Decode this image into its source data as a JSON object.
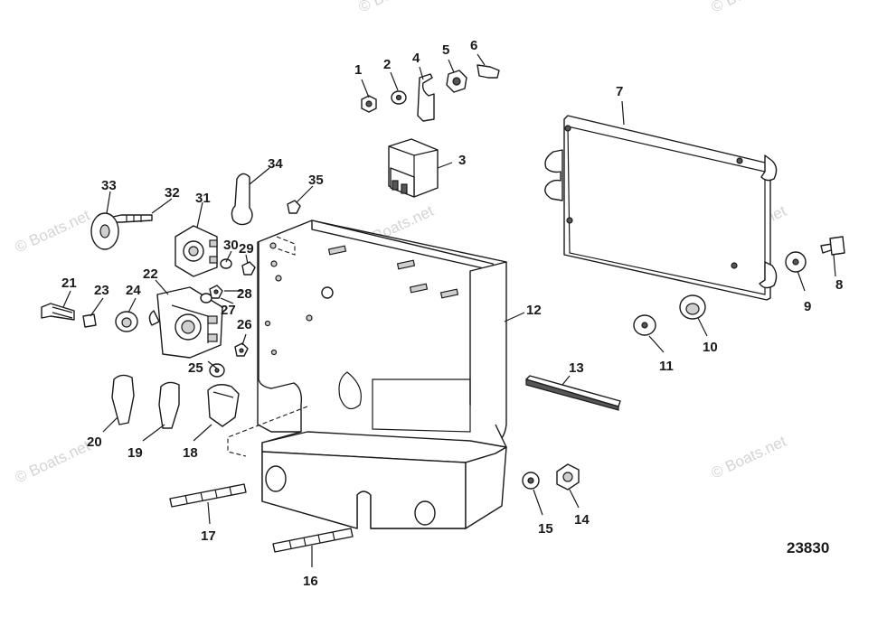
{
  "figure_number": "23830",
  "watermark": "© Boats.net",
  "callouts": [
    {
      "id": "1",
      "label": "1"
    },
    {
      "id": "2",
      "label": "2"
    },
    {
      "id": "3",
      "label": "3"
    },
    {
      "id": "4",
      "label": "4"
    },
    {
      "id": "5",
      "label": "5"
    },
    {
      "id": "6",
      "label": "6"
    },
    {
      "id": "7",
      "label": "7"
    },
    {
      "id": "8",
      "label": "8"
    },
    {
      "id": "9",
      "label": "9"
    },
    {
      "id": "10",
      "label": "10"
    },
    {
      "id": "11",
      "label": "11"
    },
    {
      "id": "12",
      "label": "12"
    },
    {
      "id": "13",
      "label": "13"
    },
    {
      "id": "14",
      "label": "14"
    },
    {
      "id": "15",
      "label": "15"
    },
    {
      "id": "16",
      "label": "16"
    },
    {
      "id": "17",
      "label": "17"
    },
    {
      "id": "18",
      "label": "18"
    },
    {
      "id": "19",
      "label": "19"
    },
    {
      "id": "20",
      "label": "20"
    },
    {
      "id": "21",
      "label": "21"
    },
    {
      "id": "22",
      "label": "22"
    },
    {
      "id": "23",
      "label": "23"
    },
    {
      "id": "24",
      "label": "24"
    },
    {
      "id": "25",
      "label": "25"
    },
    {
      "id": "26",
      "label": "26"
    },
    {
      "id": "27",
      "label": "27"
    },
    {
      "id": "28",
      "label": "28"
    },
    {
      "id": "29",
      "label": "29"
    },
    {
      "id": "30",
      "label": "30"
    },
    {
      "id": "31",
      "label": "31"
    },
    {
      "id": "32",
      "label": "32"
    },
    {
      "id": "33",
      "label": "33"
    },
    {
      "id": "34",
      "label": "34"
    },
    {
      "id": "35",
      "label": "35"
    }
  ]
}
